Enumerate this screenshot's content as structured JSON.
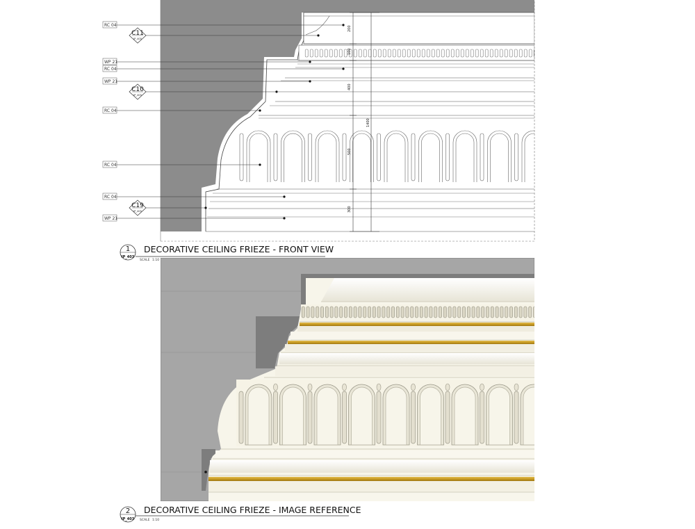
{
  "drawing_1": {
    "number": "1",
    "sheet_ref": "IP_403",
    "title": "DECORATIVE CEILING FRIEZE - FRONT VIEW",
    "scale_label": "SCALE",
    "scale_value": "1:10"
  },
  "drawing_2": {
    "number": "2",
    "sheet_ref": "IP_403",
    "title": "DECORATIVE CEILING FRIEZE - IMAGE REFERENCE",
    "scale_label": "SCALE",
    "scale_value": "1:10"
  },
  "material_tags": [
    "RC 04",
    "WP 21",
    "RC 04",
    "WP 21",
    "RC 04",
    "RC 04",
    "RC 04",
    "WP 21"
  ],
  "detail_callouts": [
    {
      "id": "C11",
      "sheet": "IP_403"
    },
    {
      "id": "C10",
      "sheet": "IP_403"
    },
    {
      "id": "C19",
      "sheet": "IP_403"
    }
  ],
  "dimensions": {
    "d1": "200",
    "d2": "100",
    "d3": "400",
    "d4": "1400",
    "d5": "500",
    "d6": "300"
  },
  "colors": {
    "wall_dark": "#8c8c8c",
    "wall_mid": "#a6a6a6",
    "molding": "#f7f5ea",
    "gold_strip": "#c99b23",
    "line": "#3a3a3a"
  }
}
